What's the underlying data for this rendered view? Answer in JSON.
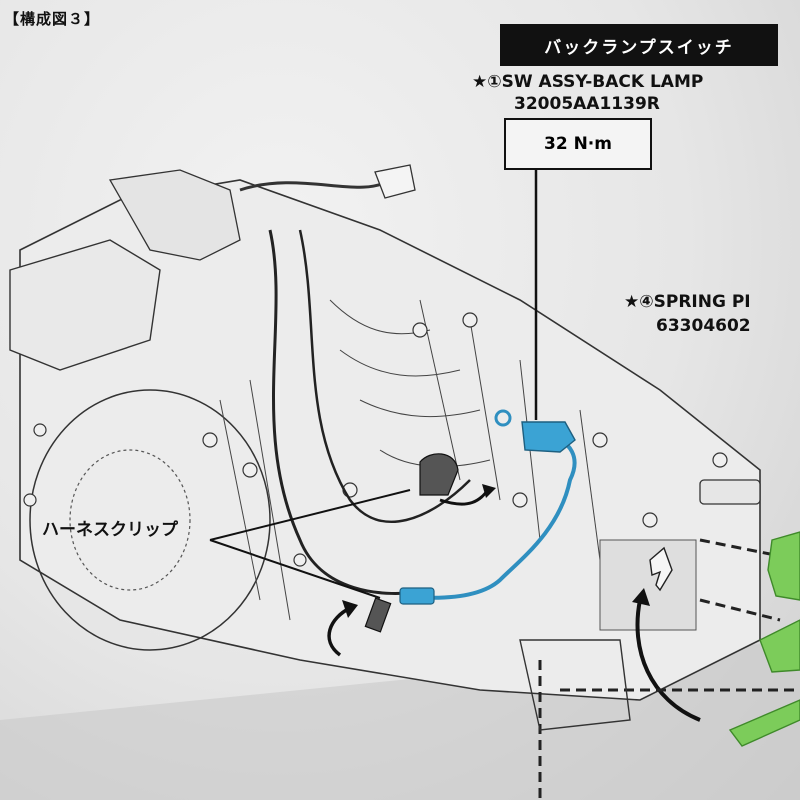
{
  "figure_label": "【構成図３】",
  "title": "バックランプスイッチ",
  "parts": [
    {
      "name": "★①SW ASSY-BACK LAMP",
      "number": "32005AA1139R"
    },
    {
      "name": "★④SPRING PI",
      "number": "63304602"
    }
  ],
  "torque": "32 N·m",
  "harness_clip_label": "ハーネスクリップ",
  "colors": {
    "harness": "#2f8fc0",
    "highlight_part": "#7ccc5a",
    "line": "#222222"
  }
}
